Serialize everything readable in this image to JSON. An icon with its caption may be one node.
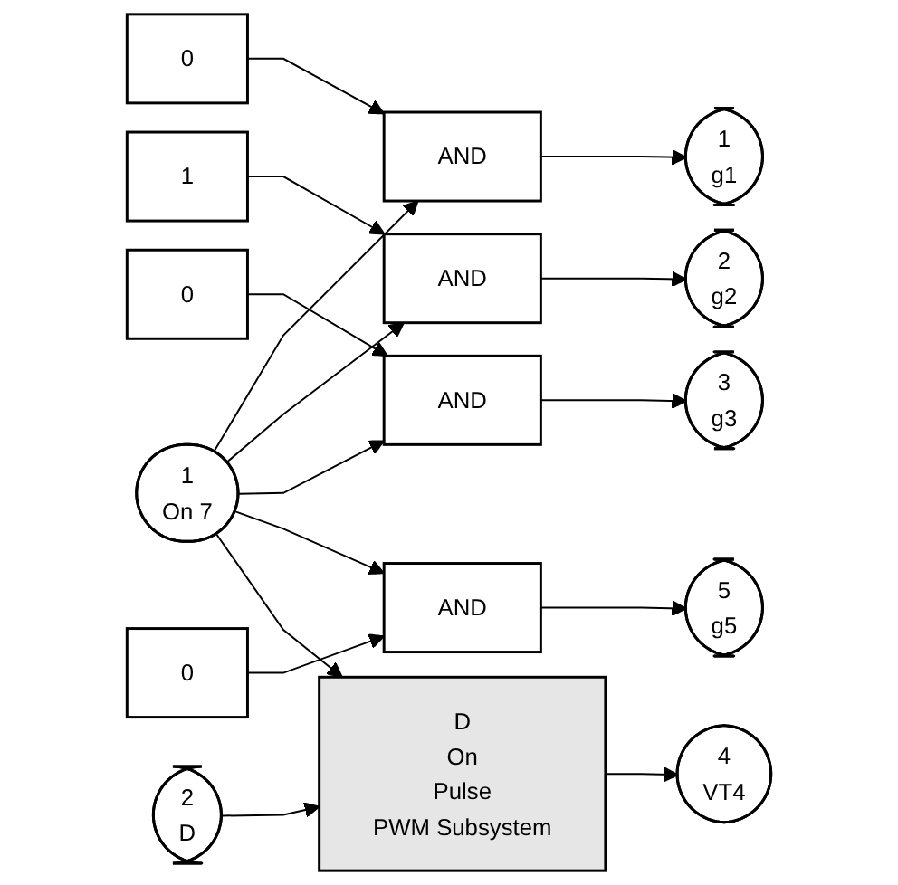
{
  "diagram": {
    "nodes": [
      {
        "text": [
          "1",
          "On 7"
        ]
      },
      {
        "text": [
          "2",
          "D"
        ]
      },
      {
        "text": [
          "0"
        ]
      },
      {
        "text": [
          "1"
        ]
      },
      {
        "text": [
          "0"
        ]
      },
      {
        "text": [
          "0"
        ]
      },
      {
        "text": [
          "AND"
        ]
      },
      {
        "text": [
          "AND"
        ]
      },
      {
        "text": [
          "AND"
        ]
      },
      {
        "text": [
          "AND"
        ]
      },
      {
        "text": [
          "D",
          "On",
          "Pulse",
          "PWM Subsystem"
        ]
      },
      {
        "text": [
          "1",
          "g1"
        ]
      },
      {
        "text": [
          "2",
          "g2"
        ]
      },
      {
        "text": [
          "3",
          "g3"
        ]
      },
      {
        "text": [
          "5",
          "g5"
        ]
      },
      {
        "text": [
          "4",
          "VT4"
        ]
      }
    ],
    "edges": [
      {
        "from": 2,
        "to": 6,
        "arrow": "to"
      },
      {
        "from": 0,
        "to": 6,
        "arrow": "to"
      },
      {
        "from": 3,
        "to": 7,
        "arrow": "to"
      },
      {
        "from": 0,
        "to": 7,
        "arrow": "to"
      },
      {
        "from": 4,
        "to": 8,
        "arrow": "to"
      },
      {
        "from": 0,
        "to": 8,
        "arrow": "to"
      },
      {
        "from": 5,
        "to": 9,
        "arrow": "to"
      },
      {
        "from": 0,
        "to": 9,
        "arrow": "to"
      },
      {
        "from": 1,
        "to": 10,
        "arrow": "to"
      },
      {
        "from": 0,
        "to": 10,
        "arrow": "to"
      },
      {
        "from": 6,
        "to": 11,
        "arrow": "to"
      },
      {
        "from": 7,
        "to": 12,
        "arrow": "to"
      },
      {
        "from": 8,
        "to": 13,
        "arrow": "to"
      },
      {
        "from": 9,
        "to": 14,
        "arrow": "to"
      },
      {
        "from": 10,
        "to": 15,
        "arrow": "to"
      }
    ]
  }
}
